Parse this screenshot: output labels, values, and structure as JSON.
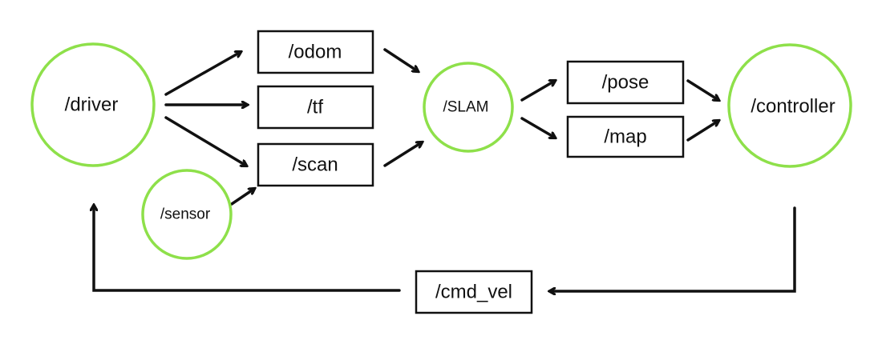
{
  "diagram": {
    "colors": {
      "node_stroke": "#8ee04a",
      "edge": "#111111",
      "topic_border": "#111111",
      "text": "#111111"
    },
    "nodes": {
      "driver": "/driver",
      "sensor": "/sensor",
      "slam": "/SLAM",
      "controller": "/controller"
    },
    "topics": {
      "odom": "/odom",
      "tf": "/tf",
      "scan": "/scan",
      "pose": "/pose",
      "map": "/map",
      "cmd_vel": "/cmd_vel"
    },
    "edges": [
      {
        "from": "/driver",
        "to": "/odom"
      },
      {
        "from": "/driver",
        "to": "/tf"
      },
      {
        "from": "/driver",
        "to": "/scan"
      },
      {
        "from": "/sensor",
        "to": "/scan"
      },
      {
        "from": "/odom",
        "to": "/SLAM"
      },
      {
        "from": "/scan",
        "to": "/SLAM"
      },
      {
        "from": "/SLAM",
        "to": "/pose"
      },
      {
        "from": "/SLAM",
        "to": "/map"
      },
      {
        "from": "/pose",
        "to": "/controller"
      },
      {
        "from": "/map",
        "to": "/controller"
      },
      {
        "from": "/controller",
        "to": "/cmd_vel"
      },
      {
        "from": "/cmd_vel",
        "to": "/driver"
      }
    ]
  }
}
